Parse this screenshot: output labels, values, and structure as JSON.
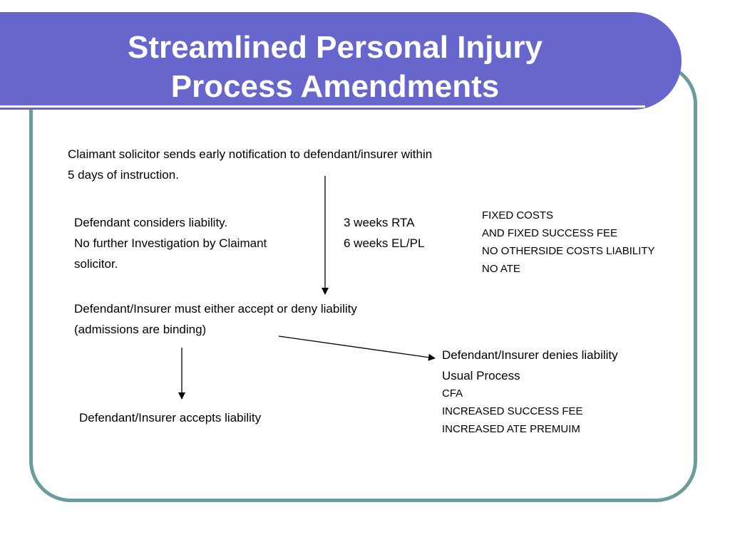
{
  "slide": {
    "title": "Streamlined Personal Injury\nProcess Amendments",
    "notification": [
      "Claimant solicitor sends early notification to defendant/insurer within",
      "5 days of instruction."
    ],
    "consider": [
      "Defendant considers liability.",
      "No further Investigation by Claimant",
      "solicitor."
    ],
    "timeframes": [
      "3 weeks RTA",
      "6 weeks EL/PL"
    ],
    "fixed_costs": [
      "FIXED COSTS",
      "AND FIXED SUCCESS FEE",
      "NO OTHERSIDE COSTS LIABILITY",
      "NO ATE"
    ],
    "accept_or_deny": [
      "Defendant/Insurer must either accept or deny liability",
      "(admissions are binding)"
    ],
    "denies": [
      "Defendant/Insurer denies liability",
      "Usual Process"
    ],
    "denies_details": [
      "CFA",
      "INCREASED SUCCESS FEE",
      "INCREASED ATE PREMUIM"
    ],
    "accepts": "Defendant/Insurer accepts liability"
  },
  "colors": {
    "banner": "#6666cc",
    "frame": "#6a9c9c",
    "text": "#000000",
    "title_text": "#ffffff"
  }
}
